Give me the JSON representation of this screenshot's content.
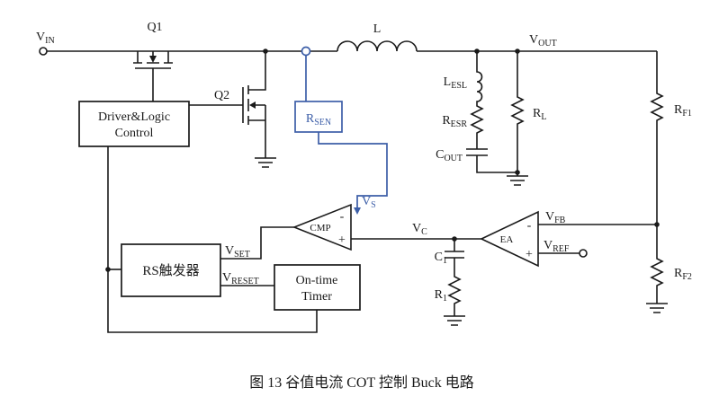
{
  "caption": "图 13 谷值电流 COT 控制 Buck 电路",
  "colors": {
    "wire": "#1a1a1a",
    "sense_blue": "#3d5fa8",
    "background": "#ffffff"
  },
  "labels": {
    "vin": {
      "main": "V",
      "sub": "IN"
    },
    "vout": {
      "main": "V",
      "sub": "OUT"
    },
    "q1": "Q1",
    "q2": "Q2",
    "l": "L",
    "lesl": {
      "main": "L",
      "sub": "ESL"
    },
    "resr": {
      "main": "R",
      "sub": "ESR"
    },
    "cout": {
      "main": "C",
      "sub": "OUT"
    },
    "rl": {
      "main": "R",
      "sub": "L"
    },
    "rf1": {
      "main": "R",
      "sub": "F1"
    },
    "rf2": {
      "main": "R",
      "sub": "F2"
    },
    "rsen": {
      "main": "R",
      "sub": "SEN"
    },
    "vs": {
      "main": "V",
      "sub": "S"
    },
    "vc": {
      "main": "V",
      "sub": "C"
    },
    "vfb": {
      "main": "V",
      "sub": "FB"
    },
    "vref": {
      "main": "V",
      "sub": "REF"
    },
    "vset": {
      "main": "V",
      "sub": "SET"
    },
    "vreset": {
      "main": "V",
      "sub": "RESET"
    },
    "c1": {
      "main": "C",
      "sub": "1"
    },
    "r1": {
      "main": "R",
      "sub": "1"
    },
    "cmp": "CMP",
    "ea": "EA",
    "cmp_minus": "-",
    "cmp_plus": "+",
    "ea_minus": "-",
    "ea_plus": "+",
    "driver_line1": "Driver&Logic",
    "driver_line2": "Control",
    "rs_ff": "RS触发器",
    "ontime_line1": "On-time",
    "ontime_line2": "Timer"
  }
}
